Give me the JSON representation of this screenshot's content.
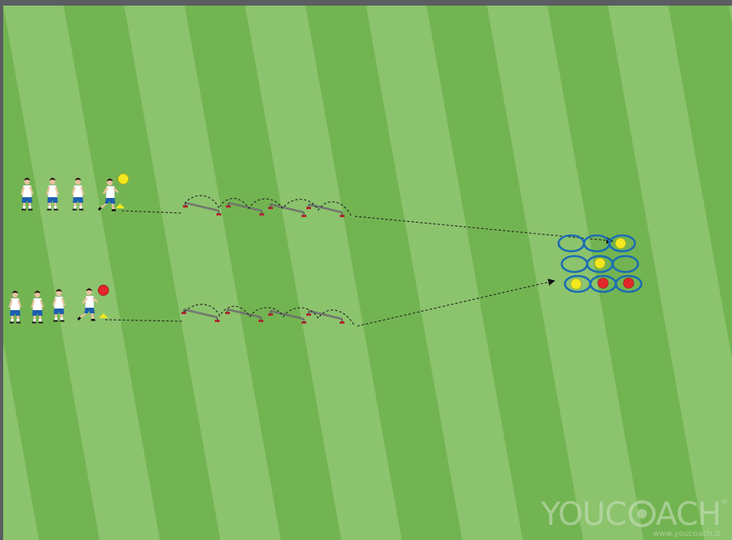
{
  "drill": {
    "groups": [
      {
        "id": "top-group",
        "ball_color": "#f2e81d",
        "hurdle_count": 4
      },
      {
        "id": "bottom-group",
        "ball_color": "#e3262a",
        "hurdle_count": 4
      }
    ],
    "hoop_grid": {
      "rows": 3,
      "cols": 3,
      "contents": [
        [
          "empty",
          "empty",
          "yellow"
        ],
        [
          "empty",
          "yellow",
          "empty"
        ],
        [
          "yellow",
          "red",
          "red"
        ]
      ]
    }
  },
  "colors": {
    "frame": "#5a5d62",
    "grass_light": "#8cc36d",
    "grass_dark": "#73b452",
    "hoop": "#1a6cb4",
    "ball_yellow": "#f2e81d",
    "ball_red": "#e3262a",
    "path": "#222222",
    "hurdle_foot": "#b3272d"
  },
  "watermark": {
    "brand_prefix": "YOUC",
    "brand_suffix": "ACH",
    "registered": "®",
    "url": "www.youcoach.it"
  }
}
